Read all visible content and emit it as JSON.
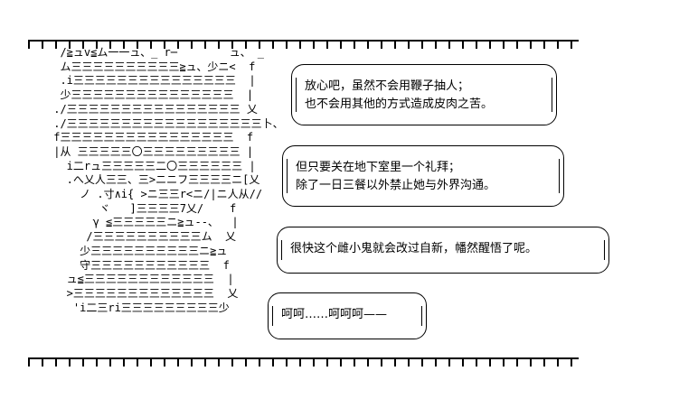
{
  "art": {
    "lines": [
      "  /≧ュv≦ム一一ュ、_ r─        ュ、 _",
      "  ム三三三三三三三三三三≧ュ、少ニ<  f",
      "  .i三三三三三三三三三三三三三三三  |",
      "  少三三三三三三三三三三三三三三三  |",
      " ./三三三三三三三三三三三三三三三三 乂",
      " ./三三三三三三三三三三三三三三三三三三卜、",
      " f三三三三三三三三三三三三三三三三  f",
      " |从 三三三三三〇三三三三三三三三三 |",
      "   i二rュ三三三三三二〇三三三三三三 |",
      "   .へ乂人三三、三>ニニフ三三三三ニ[乂",
      "     ノ .寸∧i{ >ニ三三r<ニ/|ニ人从//",
      "        ヾ   ]三三三三7乂/    f",
      "       γ ≦三三三三三ニ≧ュ--、  |",
      "      /三三三三三三三三三三ム  乂",
      "     少三三三三三三三三三三ニ≧ュ",
      "     守三三三三三三三三三三三  f",
      "   ュ≦三三三三三三三三三三三三  |",
      "   >三三三三三三三三三三三三三  乂",
      "    'i二三ri三三三三三三三三三少"
    ]
  },
  "bubbles": [
    {
      "lines": [
        "放心吧，虽然不会用鞭子抽人；",
        "也不会用其他的方式造成皮肉之苦。"
      ]
    },
    {
      "lines": [
        "但只要关在地下室里一个礼拜；",
        "除了一日三餐以外禁止她与外界沟通。"
      ]
    },
    {
      "lines": [
        "很快这个雌小鬼就会改过自新，幡然醒悟了呢。"
      ]
    },
    {
      "lines": [
        "呵呵……呵呵呵——"
      ]
    }
  ]
}
